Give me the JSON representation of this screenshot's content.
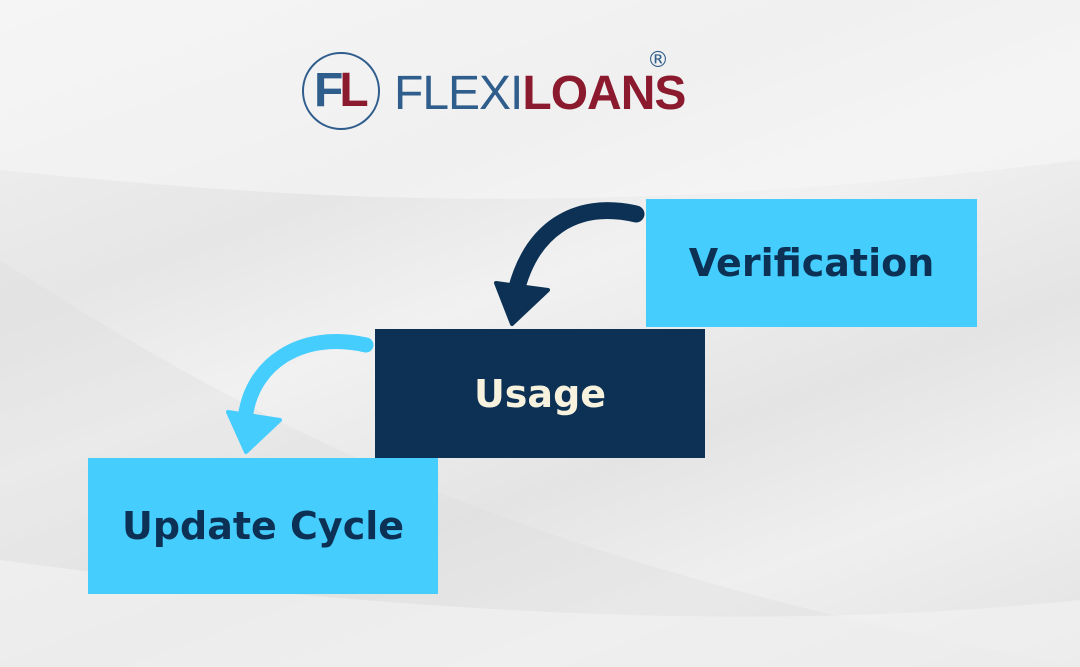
{
  "logo": {
    "monogram_left": "F",
    "monogram_right": "L",
    "brand_part1": "FLEXI",
    "brand_part2": "LOANS",
    "registered_mark": "®"
  },
  "colors": {
    "brand_blue": "#2f5d8c",
    "brand_red": "#8b1a2e",
    "light_box": "#45cdfe",
    "dark_box": "#0c3154",
    "dark_box_text": "#f7f2de"
  },
  "flow": {
    "steps": [
      {
        "label": "Verification"
      },
      {
        "label": "Usage"
      },
      {
        "label": "Update Cycle"
      }
    ],
    "arrows": [
      {
        "from": "Verification",
        "to": "Usage",
        "color": "dark"
      },
      {
        "from": "Usage",
        "to": "Update Cycle",
        "color": "light"
      }
    ]
  }
}
